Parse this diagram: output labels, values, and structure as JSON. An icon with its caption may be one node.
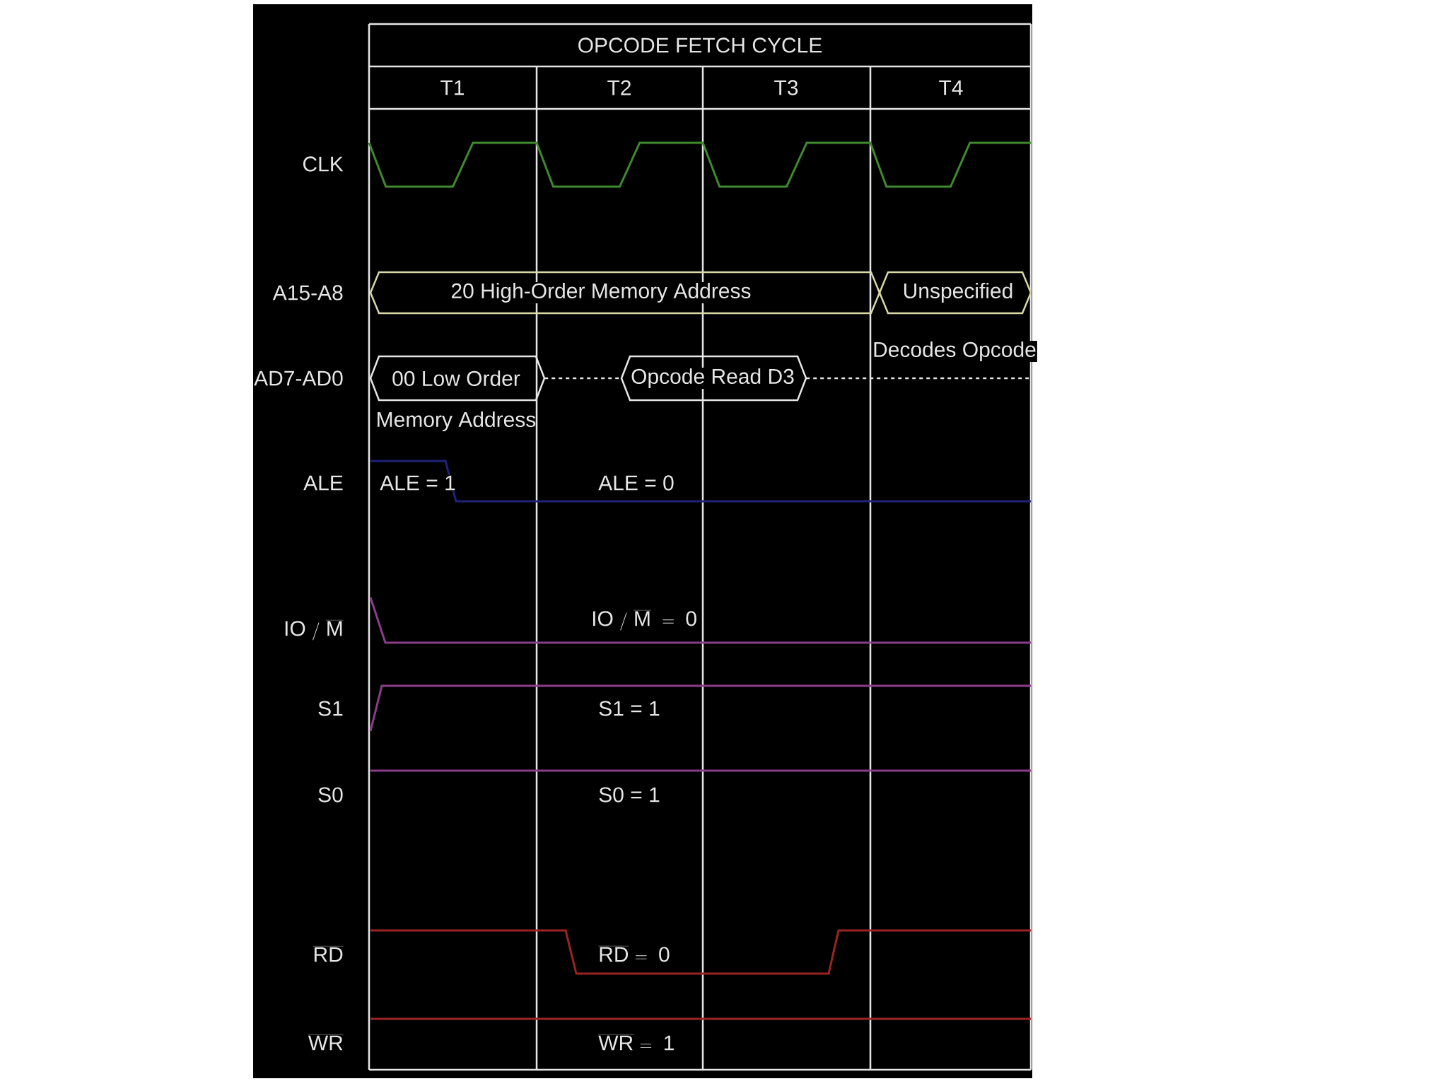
{
  "diagram": {
    "nodes": [
      {
        "text": [
          "OPCODE FETCH CYCLE"
        ]
      },
      {
        "text": [
          "T1"
        ]
      },
      {
        "text": [
          "T2"
        ]
      },
      {
        "text": [
          "T3"
        ]
      },
      {
        "text": [
          "T4"
        ]
      },
      {
        "text": [
          "20 High-Order Memory Address"
        ]
      },
      {
        "text": [
          "Unspecified"
        ]
      },
      {
        "text": [
          "00 Low Order"
        ],
        "beside": [
          "Memory Address"
        ]
      },
      {
        "text": [
          "Opcode Read D3"
        ]
      }
    ],
    "edges": [
      {
        "from": 7,
        "to": 8,
        "arrow": "none",
        "style": "dashed"
      },
      {
        "from": 8,
        "to": null,
        "arrow": "none",
        "style": "dashed"
      }
    ],
    "labels": [
      "CLK",
      "A15-A8",
      "Decodes Opcode",
      "AD7-AD0",
      "ALE",
      "ALE = 1",
      "ALE = 0",
      "\\mathrm{IO\\ /\\ \\overline{M}}",
      "\\mathrm{IO\\ /\\ \\overline{M}\\ =\\ 0}",
      "S1",
      "S1 = 1",
      "S0",
      "S0 = 1",
      "\\overline{\\mathrm{RD}}",
      "\\overline{\\mathrm{RD}}\\mathrm{\\ =\\ 0}",
      "\\overline{\\mathrm{WR}}",
      "\\overline{\\mathrm{WR}}\\mathrm{\\ =\\ 1}"
    ]
  }
}
